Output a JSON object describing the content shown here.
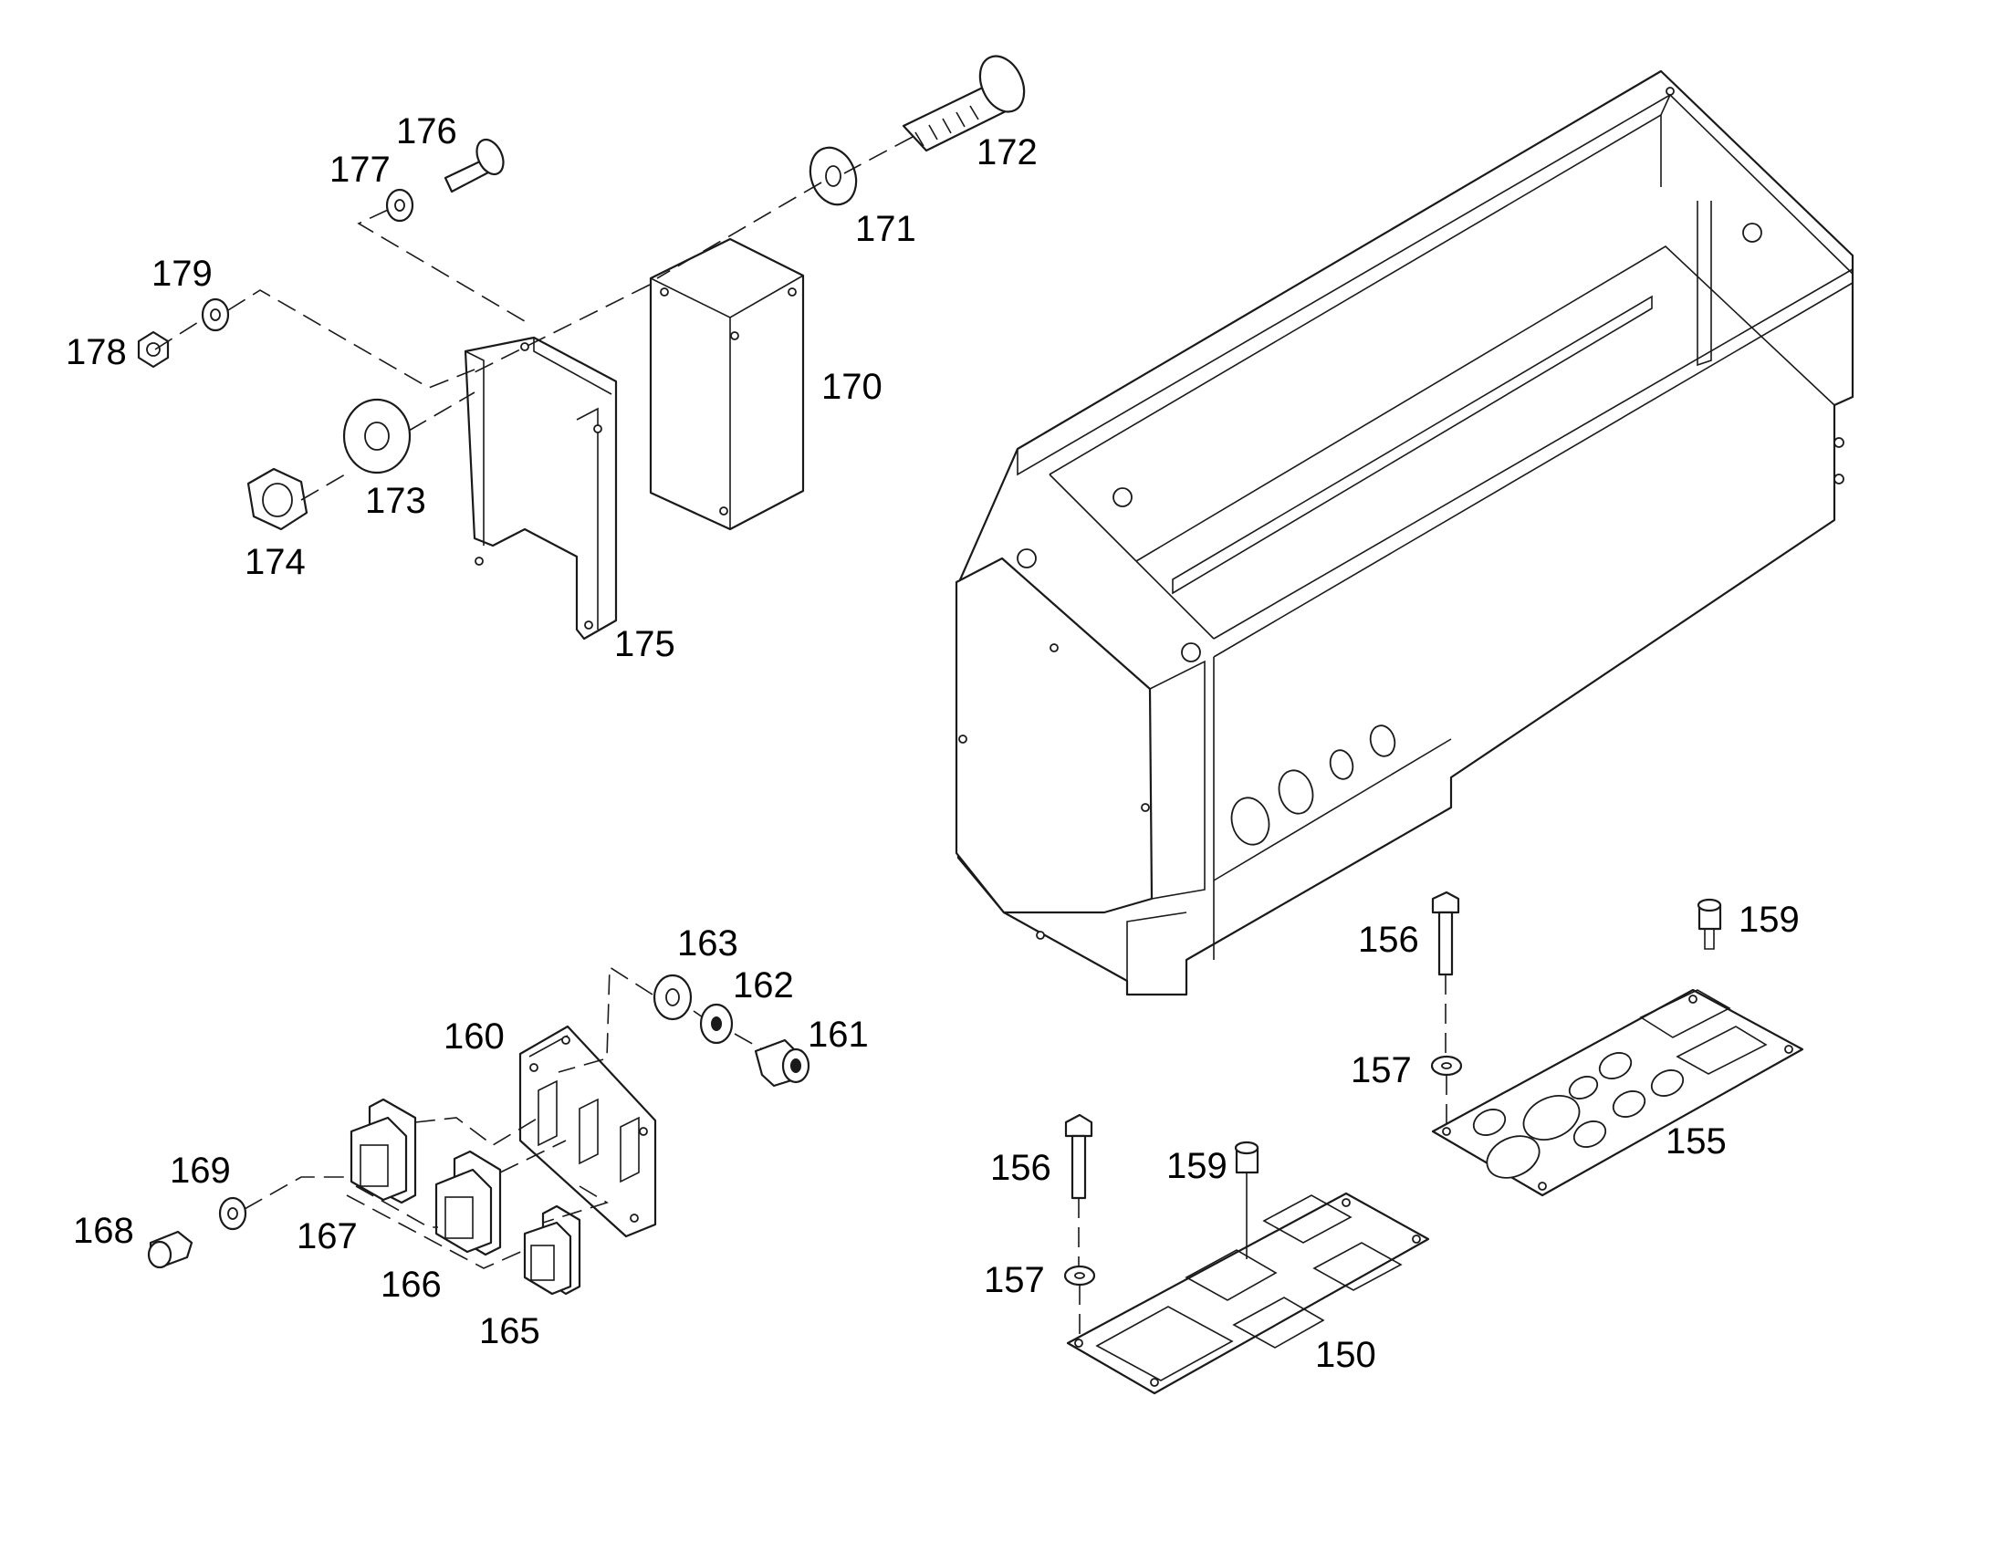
{
  "diagram": {
    "callouts": {
      "p150": "150",
      "p155": "155",
      "p156a": "156",
      "p156b": "156",
      "p157a": "157",
      "p157b": "157",
      "p159a": "159",
      "p159b": "159",
      "p160": "160",
      "p161": "161",
      "p162": "162",
      "p163": "163",
      "p165": "165",
      "p166": "166",
      "p167": "167",
      "p168": "168",
      "p169": "169",
      "p170": "170",
      "p171": "171",
      "p172": "172",
      "p173": "173",
      "p174": "174",
      "p175": "175",
      "p176": "176",
      "p177": "177",
      "p178": "178",
      "p179": "179"
    }
  }
}
